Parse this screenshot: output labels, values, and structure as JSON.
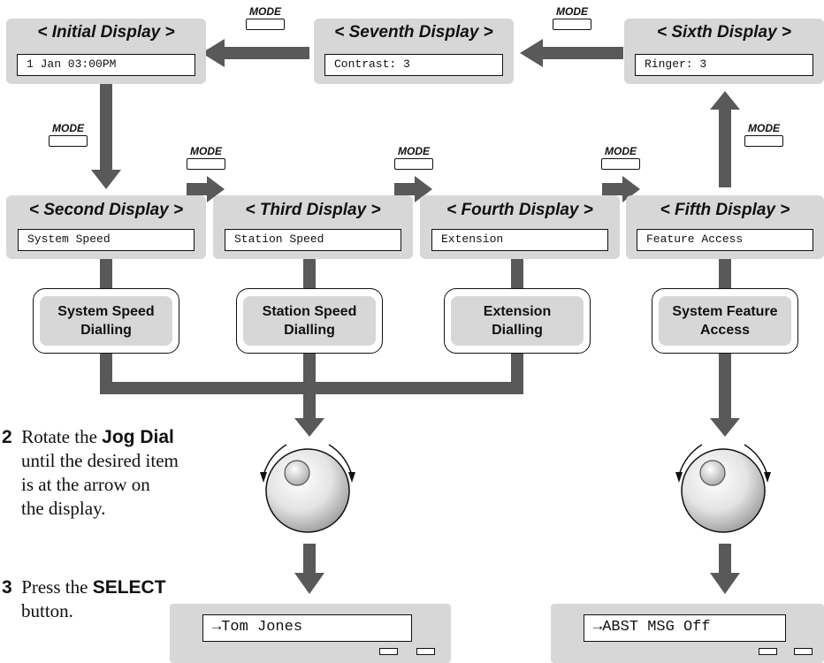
{
  "mode_label": "MODE",
  "displays": {
    "initial": {
      "title": "< Initial Display >",
      "lcd": "1 Jan 03:00PM"
    },
    "second": {
      "title": "< Second Display >",
      "lcd": "System Speed"
    },
    "third": {
      "title": "< Third Display >",
      "lcd": "Station Speed"
    },
    "fourth": {
      "title": "< Fourth Display >",
      "lcd": "Extension"
    },
    "fifth": {
      "title": "< Fifth Display >",
      "lcd": "Feature Access"
    },
    "sixth": {
      "title": "< Sixth Display >",
      "lcd": "Ringer: 3"
    },
    "seventh": {
      "title": "< Seventh Display >",
      "lcd": "Contrast: 3"
    }
  },
  "functions": {
    "system_speed": {
      "line1": "System Speed",
      "line2": "Dialling"
    },
    "station_speed": {
      "line1": "Station Speed",
      "line2": "Dialling"
    },
    "extension": {
      "line1": "Extension",
      "line2": "Dialling"
    },
    "feature": {
      "line1": "System Feature",
      "line2": "Access"
    }
  },
  "steps": {
    "step2": {
      "num": "2",
      "pre": "Rotate the",
      "keyword": "Jog Dial",
      "line2": "until the desired item",
      "line3": "is at the arrow on",
      "line4": "the display."
    },
    "step3": {
      "num": "3",
      "pre": "Press the",
      "keyword": "SELECT",
      "line2": "button."
    }
  },
  "results": {
    "left": "→Tom Jones",
    "right": "→ABST MSG Off"
  }
}
